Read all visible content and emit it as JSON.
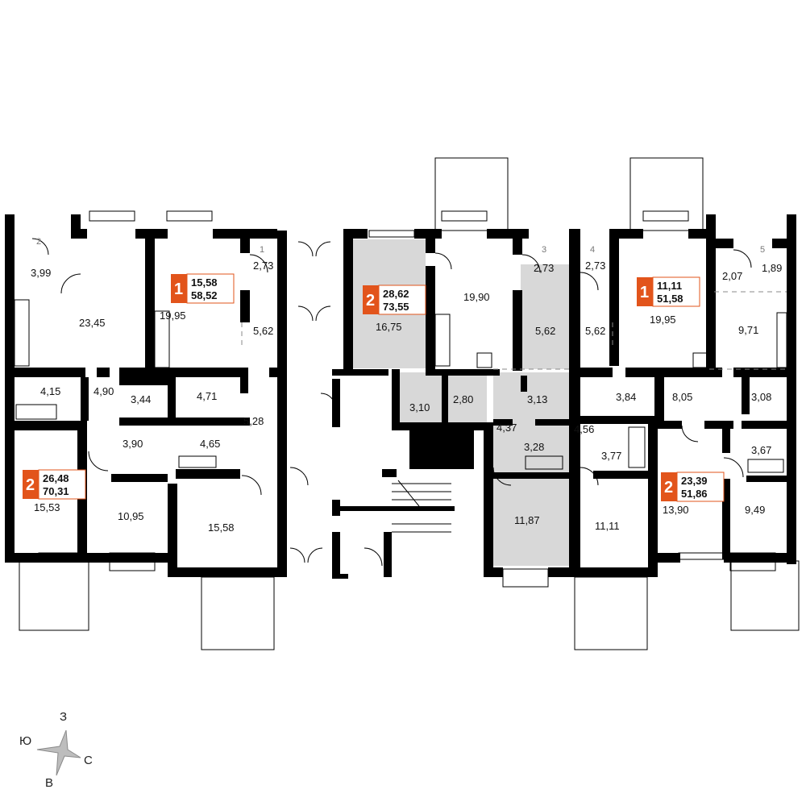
{
  "colors": {
    "badge": "#e2541b",
    "highlight": "#d8d8d8",
    "wall": "#000000"
  },
  "rooms": [
    {
      "id": "r1",
      "area": "3,99"
    },
    {
      "id": "r2",
      "area": "23,45"
    },
    {
      "id": "r3",
      "area": "19,95"
    },
    {
      "id": "r4",
      "area": "2,73"
    },
    {
      "id": "r5",
      "area": "5,62"
    },
    {
      "id": "r6",
      "area": "4,15"
    },
    {
      "id": "r7",
      "area": "4,90"
    },
    {
      "id": "r8",
      "area": "3,44"
    },
    {
      "id": "r9",
      "area": "4,71"
    },
    {
      "id": "r10",
      "area": "5,28"
    },
    {
      "id": "r11",
      "area": "3,90"
    },
    {
      "id": "r12",
      "area": "4,65"
    },
    {
      "id": "r13",
      "area": "15,53"
    },
    {
      "id": "r14",
      "area": "10,95"
    },
    {
      "id": "r15",
      "area": "15,58"
    },
    {
      "id": "r16",
      "area": "16,75"
    },
    {
      "id": "r17",
      "area": "19,90"
    },
    {
      "id": "r18",
      "area": "2,73"
    },
    {
      "id": "r19",
      "area": "5,62"
    },
    {
      "id": "r20",
      "area": "3,10"
    },
    {
      "id": "r21",
      "area": "2,80"
    },
    {
      "id": "r22",
      "area": "3,13"
    },
    {
      "id": "r23",
      "area": "4,37"
    },
    {
      "id": "r24",
      "area": "3,28"
    },
    {
      "id": "r25",
      "area": "11,87"
    },
    {
      "id": "r26",
      "area": "2,73"
    },
    {
      "id": "r27",
      "area": "5,62"
    },
    {
      "id": "r28",
      "area": "19,95"
    },
    {
      "id": "r29",
      "area": "2,07"
    },
    {
      "id": "r30",
      "area": "1,89"
    },
    {
      "id": "r31",
      "area": "9,71"
    },
    {
      "id": "r32",
      "area": "3,84"
    },
    {
      "id": "r33",
      "area": "8,05"
    },
    {
      "id": "r34",
      "area": "3,08"
    },
    {
      "id": "r35",
      "area": "4,56"
    },
    {
      "id": "r36",
      "area": "3,77"
    },
    {
      "id": "r37",
      "area": "3,67"
    },
    {
      "id": "r38",
      "area": "11,11"
    },
    {
      "id": "r39",
      "area": "13,90"
    },
    {
      "id": "r40",
      "area": "9,49"
    }
  ],
  "apartments": [
    {
      "rooms": "1",
      "living": "15,58",
      "total": "58,52"
    },
    {
      "rooms": "2",
      "living": "28,62",
      "total": "73,55"
    },
    {
      "rooms": "1",
      "living": "11,11",
      "total": "51,58"
    },
    {
      "rooms": "2",
      "living": "26,48",
      "total": "70,31"
    },
    {
      "rooms": "2",
      "living": "23,39",
      "total": "51,86"
    }
  ],
  "doors": [
    "2",
    "1",
    "3",
    "4",
    "5"
  ],
  "compass": {
    "north": "З",
    "west": "Ю",
    "east": "С",
    "south": "В"
  }
}
